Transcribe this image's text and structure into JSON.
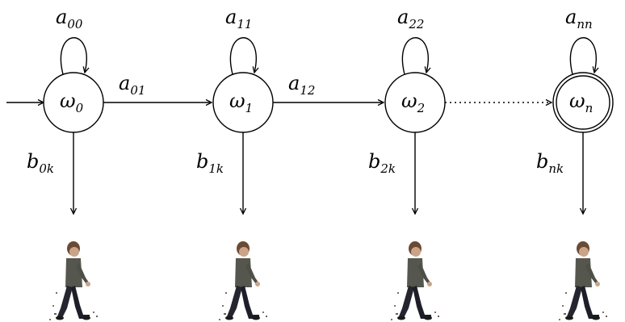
{
  "states": [
    {
      "id": "s0",
      "symbol": "ω",
      "sub": "0",
      "self_loop": {
        "symbol": "a",
        "sub": "00"
      },
      "emission": {
        "symbol": "b",
        "sub": "0k"
      },
      "accepting": false
    },
    {
      "id": "s1",
      "symbol": "ω",
      "sub": "1",
      "self_loop": {
        "symbol": "a",
        "sub": "11"
      },
      "emission": {
        "symbol": "b",
        "sub": "1k"
      },
      "accepting": false
    },
    {
      "id": "s2",
      "symbol": "ω",
      "sub": "2",
      "self_loop": {
        "symbol": "a",
        "sub": "22"
      },
      "emission": {
        "symbol": "b",
        "sub": "2k"
      },
      "accepting": false
    },
    {
      "id": "sn",
      "symbol": "ω",
      "sub": "n",
      "self_loop": {
        "symbol": "a",
        "sub": "nn"
      },
      "emission": {
        "symbol": "b",
        "sub": "nk"
      },
      "accepting": true
    }
  ],
  "transitions": [
    {
      "from": "s0",
      "to": "s1",
      "symbol": "a",
      "sub": "01",
      "style": "solid"
    },
    {
      "from": "s1",
      "to": "s2",
      "symbol": "a",
      "sub": "12",
      "style": "solid"
    },
    {
      "from": "s2",
      "to": "sn",
      "symbol": "",
      "sub": "",
      "style": "dotted"
    }
  ],
  "initial_state": "s0",
  "observations": [
    {
      "icon": "walking-person-icon",
      "state": "s0"
    },
    {
      "icon": "walking-person-icon",
      "state": "s1"
    },
    {
      "icon": "walking-person-icon",
      "state": "s2"
    },
    {
      "icon": "walking-person-icon",
      "state": "sn"
    }
  ]
}
